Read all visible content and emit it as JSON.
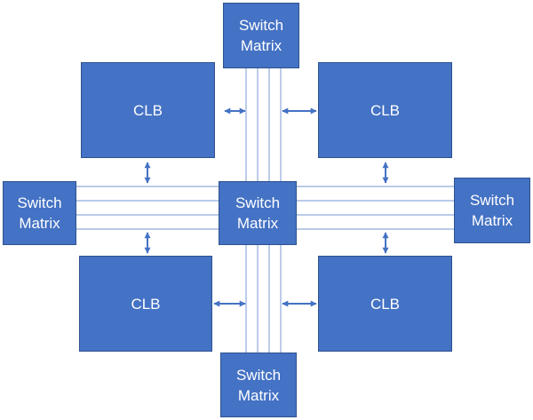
{
  "clb_label": "CLB",
  "switch_matrix": {
    "line1": "Switch",
    "line2": "Matrix"
  },
  "colors": {
    "block_fill": "#4472c4",
    "block_border": "#2f528f",
    "wire": "#8faadc",
    "arrow": "#4472c4",
    "text": "#ffffff"
  }
}
